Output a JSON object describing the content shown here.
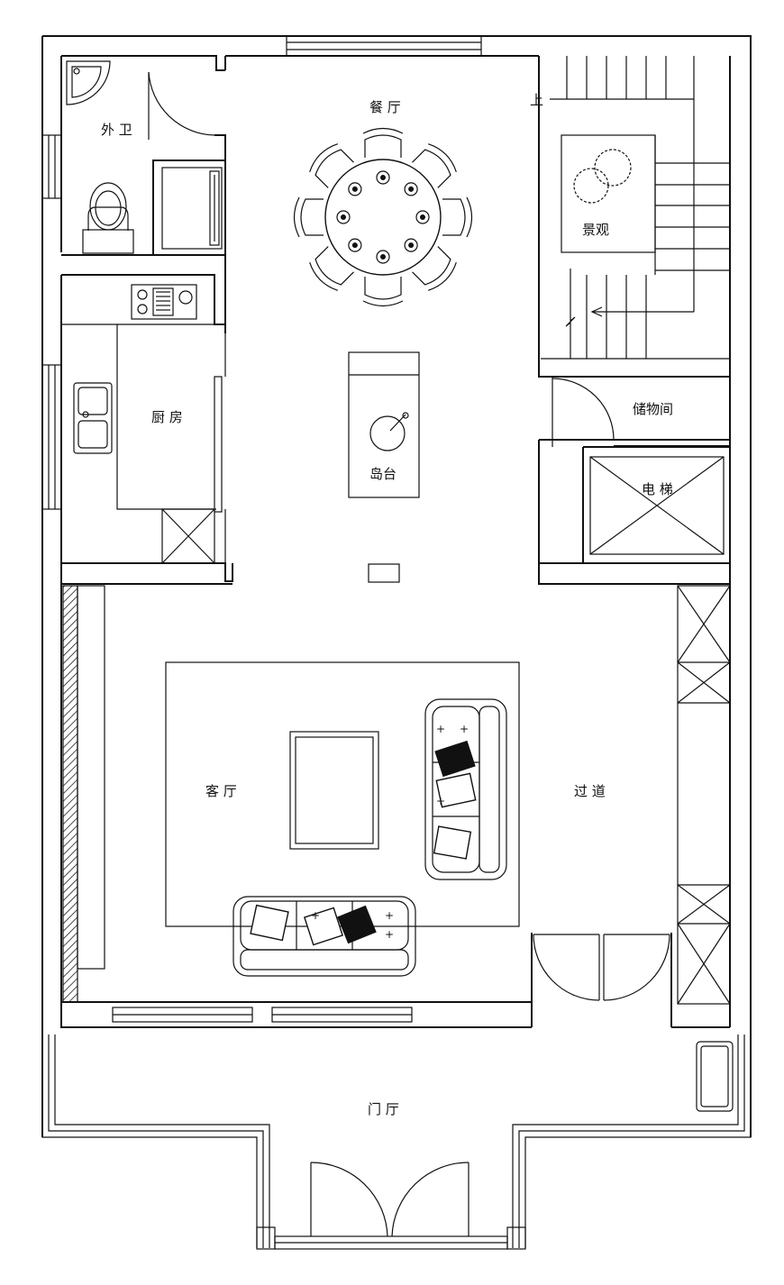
{
  "rooms": {
    "toilet": "外 卫",
    "dining": "餐 厅",
    "stair_up": "上",
    "landscape": "景观",
    "kitchen": "厨 房",
    "island": "岛台",
    "storage": "储物间",
    "elevator": "电 梯",
    "living": "客 厅",
    "corridor": "过 道",
    "foyer": "门 厅"
  },
  "colors": {
    "line": "#111111",
    "background": "#ffffff"
  }
}
